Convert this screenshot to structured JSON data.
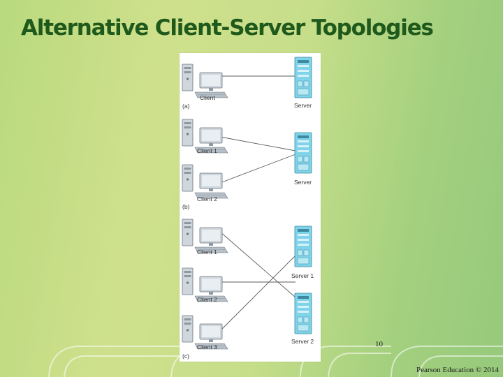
{
  "slide": {
    "title": "Alternative Client-Server Topologies",
    "number": "10",
    "copyright": "Pearson Education © 2014"
  },
  "figure": {
    "panel_a": {
      "tag": "(a)",
      "clients": [
        "Client"
      ],
      "servers": [
        "Server"
      ]
    },
    "panel_b": {
      "tag": "(b)",
      "clients": [
        "Client 1",
        "Client 2"
      ],
      "servers": [
        "Server"
      ]
    },
    "panel_c": {
      "tag": "(c)",
      "clients": [
        "Client 1",
        "Client 2",
        "Client 3"
      ],
      "servers": [
        "Server 1",
        "Server 2"
      ]
    }
  },
  "colors": {
    "title": "#1f5a1c",
    "server_body": "#7fd4ea",
    "pc_body": "#cfd6dc",
    "connection": "#5a5a5a"
  }
}
